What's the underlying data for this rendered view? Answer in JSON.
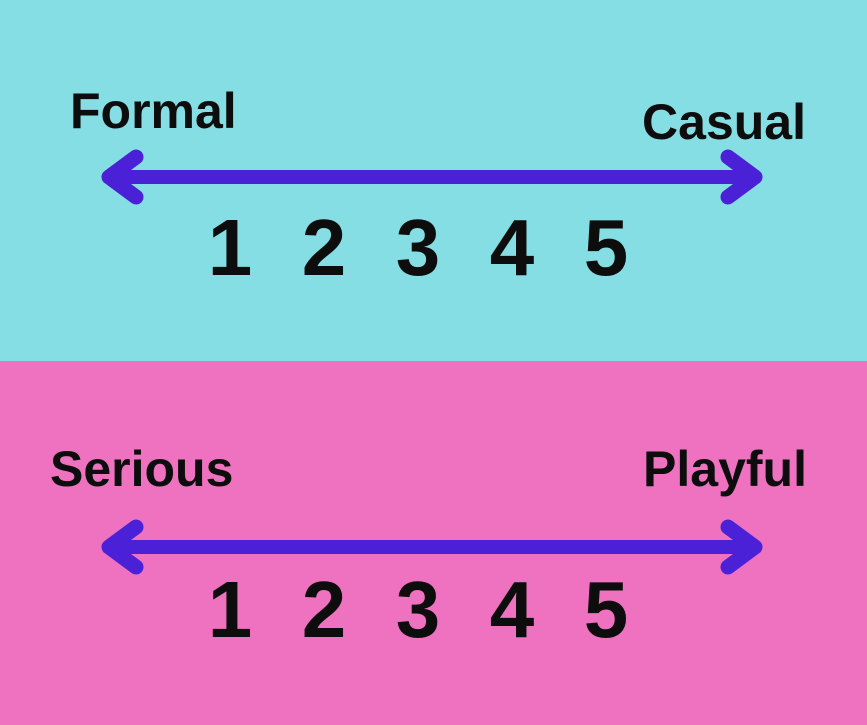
{
  "colors": {
    "arrow": "#4a21d6",
    "text": "#0d0d0d",
    "panel_top_background": "#85dee3",
    "panel_bottom_background": "#ee72bf"
  },
  "icons": {
    "arrow": "double-headed-arrow"
  },
  "scales": [
    {
      "name": "formality",
      "background": "#85dee3",
      "left_label": "Formal",
      "right_label": "Casual",
      "points": [
        "1",
        "2",
        "3",
        "4",
        "5"
      ]
    },
    {
      "name": "tone",
      "background": "#ee72bf",
      "left_label": "Serious",
      "right_label": "Playful",
      "points": [
        "1",
        "2",
        "3",
        "4",
        "5"
      ]
    }
  ]
}
